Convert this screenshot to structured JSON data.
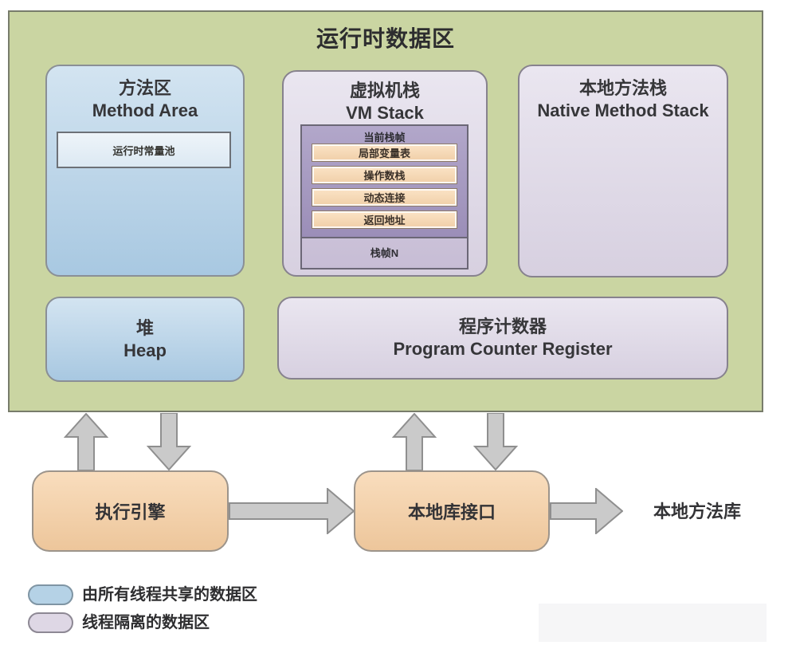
{
  "diagram": {
    "title": "运行时数据区",
    "runtime_area": {
      "method_area": {
        "title_zh": "方法区",
        "title_en": "Method Area",
        "constant_pool_label": "运行时常量池"
      },
      "vm_stack": {
        "title_zh": "虚拟机栈",
        "title_en": "VM Stack",
        "current_frame": {
          "label": "当前栈帧",
          "rows": [
            "局部变量表",
            "操作数栈",
            "动态连接",
            "返回地址"
          ]
        },
        "frame_n_label": "栈帧N"
      },
      "native_method_stack": {
        "title_zh": "本地方法栈",
        "title_en": "Native Method Stack"
      },
      "heap": {
        "title_zh": "堆",
        "title_en": "Heap"
      },
      "pc_register": {
        "title_zh": "程序计数器",
        "title_en": "Program Counter Register"
      }
    },
    "bottom": {
      "execution_engine_label": "执行引擎",
      "native_interface_label": "本地库接口",
      "native_library_label": "本地方法库"
    },
    "legend": {
      "shared_label": "由所有线程共享的数据区",
      "isolated_label": "线程隔离的数据区"
    },
    "colors": {
      "container_fill": "#cad5a2",
      "shared_fill": "#b5d2e6",
      "isolated_fill": "#ded7e5",
      "current_frame_fill": "#9b8eb8",
      "frame_row_fill": "#f5d8b4",
      "engine_fill": "#f3d2ac",
      "arrow_fill": "#cacaca"
    }
  }
}
